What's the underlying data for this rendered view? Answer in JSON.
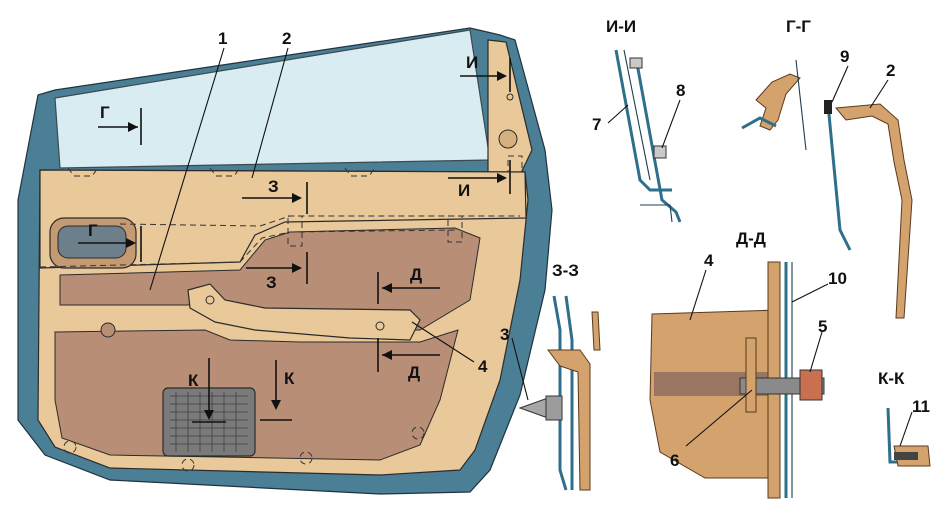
{
  "callouts": [
    "1",
    "2",
    "3",
    "4",
    "5",
    "6",
    "7",
    "8",
    "9",
    "10",
    "11"
  ],
  "section_marks": {
    "G": "Г",
    "I": "И",
    "Z": "З",
    "D": "Д",
    "K": "К"
  },
  "section_titles": {
    "I_I": "И-И",
    "G_G": "Г-Г",
    "Z_Z": "З-З",
    "D_D": "Д-Д",
    "K_K": "К-К"
  },
  "colors": {
    "trim": "#e9c99a",
    "recess": "#b98e76",
    "glass": "#d8ecf2",
    "frame": "#4a7f95",
    "grille": "#6e6e6e"
  }
}
